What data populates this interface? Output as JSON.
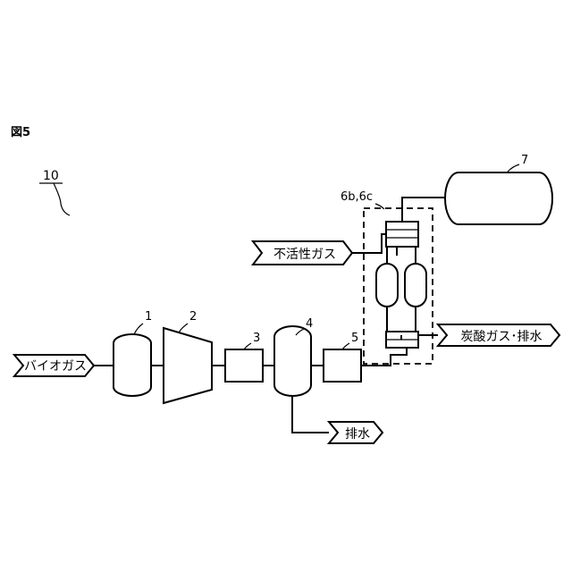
{
  "figure": {
    "label": "図5",
    "system_ref": "10"
  },
  "components": {
    "c1": "1",
    "c2": "2",
    "c3": "3",
    "c4": "4",
    "c5": "5",
    "c6": "6b,6c",
    "c7": "7"
  },
  "streams": {
    "biogas_in": "バイオガス",
    "inert_gas_in": "不活性ガス",
    "co2_drain_out": "炭酸ガス･排水",
    "drain_out": "排水"
  }
}
